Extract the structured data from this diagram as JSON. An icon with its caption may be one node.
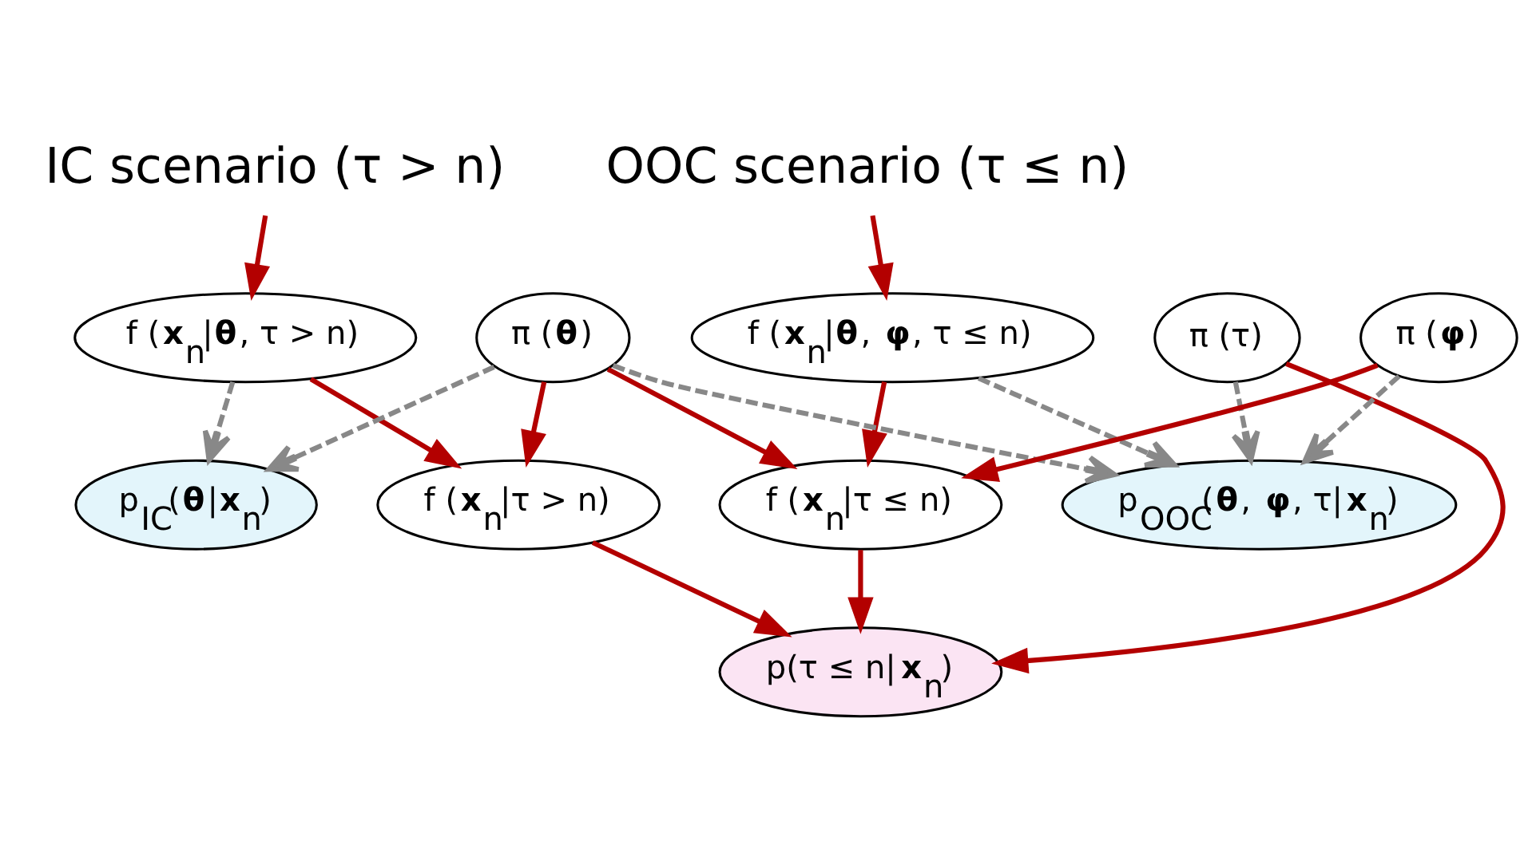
{
  "diagram": {
    "nodes": [
      {
        "text": [
          "IC scenario (τ > n)"
        ]
      },
      {
        "text": [
          "OOC scenario (τ ≤ n)"
        ]
      },
      {
        "text": [
          "f (**x**$_{n}$|**θ**, τ > n)"
        ]
      },
      {
        "text": [
          "f (**x**$_{n}$|**θ**, **φ**, τ ≤ n)"
        ]
      },
      {
        "text": [
          "π (**θ**)"
        ]
      },
      {
        "text": [
          "π (τ)"
        ]
      },
      {
        "text": [
          "π (**φ**)"
        ]
      },
      {
        "text": [
          "p$_{IC}$(**θ**|**x**$_{n}$)"
        ]
      },
      {
        "text": [
          "p$_{OOC}$(**θ**, **φ**, τ|**x**$_{n}$)"
        ]
      },
      {
        "text": [
          "f (**x**$_{n}$|τ > n)"
        ]
      },
      {
        "text": [
          "f (**x**$_{n}$|τ ≤ n)"
        ]
      },
      {
        "text": [
          "p(τ ≤ n|**x**$_{n}$)"
        ]
      }
    ],
    "edges": [
      {
        "from": 0,
        "to": 2,
        "arrow": "to"
      },
      {
        "from": 1,
        "to": 3,
        "arrow": "to"
      },
      {
        "from": 2,
        "to": 7,
        "arrow": "to",
        "style": "dashed",
        "color": "#888888"
      },
      {
        "from": 4,
        "to": 7,
        "arrow": "to",
        "style": "dashed",
        "color": "#888888"
      },
      {
        "from": 4,
        "to": 8,
        "arrow": "to",
        "style": "dashed",
        "color": "#888888"
      },
      {
        "from": 5,
        "to": 8,
        "arrow": "to",
        "style": "dashed",
        "color": "#888888"
      },
      {
        "from": 3,
        "to": 8,
        "arrow": "to",
        "style": "dashed",
        "color": "#888888"
      },
      {
        "from": 6,
        "to": 8,
        "arrow": "to",
        "style": "dashed",
        "color": "#888888"
      },
      {
        "from": 2,
        "to": 9,
        "arrow": "to"
      },
      {
        "from": 4,
        "to": 9,
        "arrow": "to"
      },
      {
        "from": 4,
        "to": 10,
        "arrow": "to"
      },
      {
        "from": 3,
        "to": 10,
        "arrow": "to"
      },
      {
        "from": 6,
        "to": 10,
        "arrow": "to"
      },
      {
        "from": 5,
        "to": 11,
        "arrow": "to"
      },
      {
        "from": 9,
        "to": 11,
        "arrow": "to"
      },
      {
        "from": 10,
        "to": 11,
        "arrow": "to"
      }
    ]
  }
}
